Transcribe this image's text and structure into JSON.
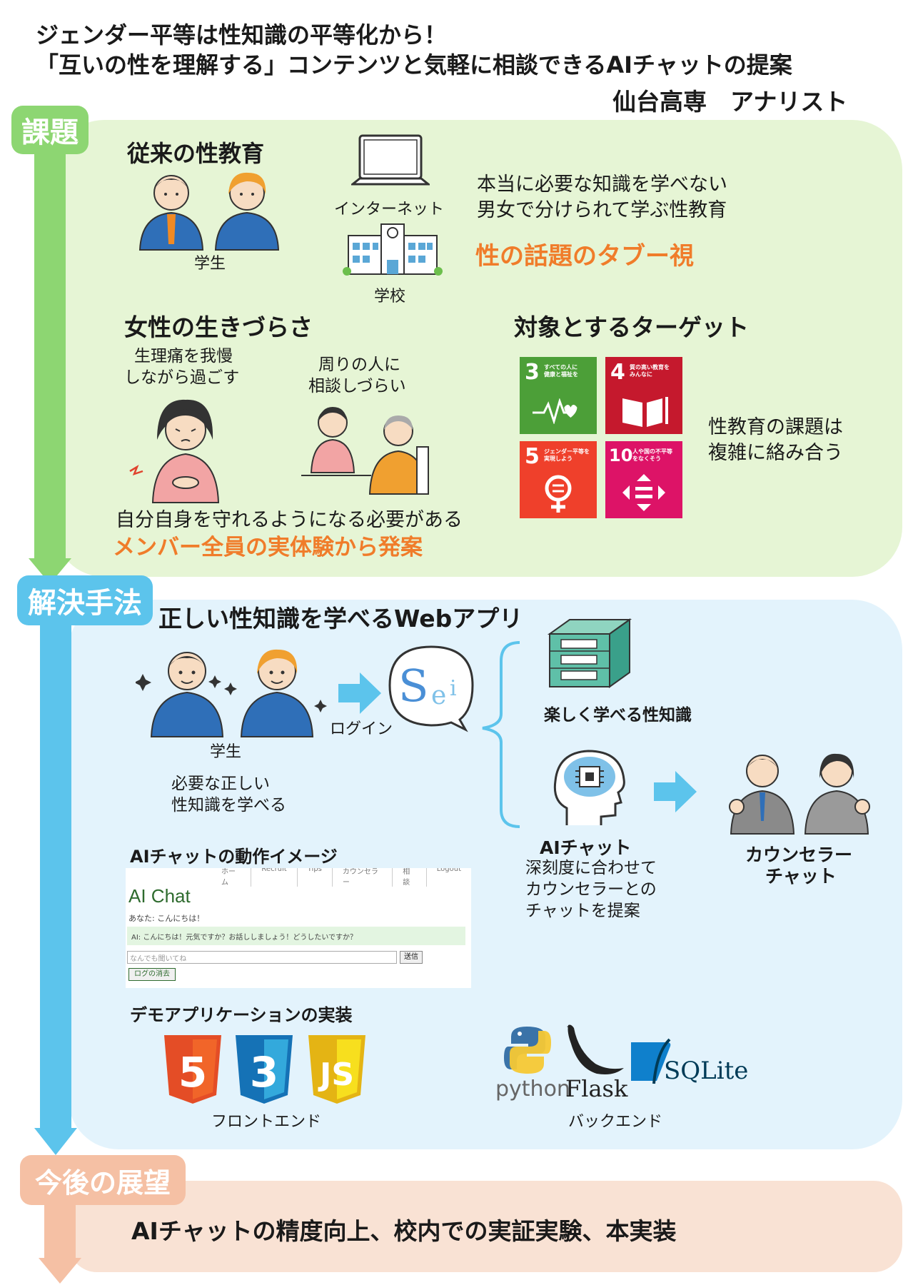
{
  "header": {
    "title_line1": "ジェンダー平等は性知識の平等化から！",
    "title_line2": "「互いの性を理解する」コンテンツと気軽に相談できるAIチャットの提案",
    "author": "仙台高専　アナリスト"
  },
  "problem": {
    "tag": "課題",
    "traditional_title": "従来の性教育",
    "student_label": "学生",
    "internet_label": "インターネット",
    "school_label": "学校",
    "issue_line1": "本当に必要な知識を学べない",
    "issue_line2": "男女で分けられて学ぶ性教育",
    "taboo": "性の話題のタブー視",
    "women_title": "女性の生きづらさ",
    "pain_line1": "生理痛を我慢",
    "pain_line2": "しながら過ごす",
    "consult_line1": "周りの人に",
    "consult_line2": "相談しづらい",
    "target_title": "対象とするターゲット",
    "sdgs": [
      {
        "num": "3",
        "label_line1": "すべての人に",
        "label_line2": "健康と福祉を",
        "color": "#4c9f38"
      },
      {
        "num": "4",
        "label_line1": "質の高い教育を",
        "label_line2": "みんなに",
        "color": "#c5192d"
      },
      {
        "num": "5",
        "label_line1": "ジェンダー平等を",
        "label_line2": "実現しよう",
        "color": "#ef402b"
      },
      {
        "num": "10",
        "label_line1": "人や国の不平等",
        "label_line2": "をなくそう",
        "color": "#dd1367"
      }
    ],
    "complex_line1": "性教育の課題は",
    "complex_line2": "複雑に絡み合う",
    "self_protect": "自分自身を守れるようになる必要がある",
    "origin": "メンバー全員の実体験から発案"
  },
  "solution": {
    "tag": "解決手法",
    "app_title": "正しい性知識を学べるWebアプリ",
    "student_label": "学生",
    "login_label": "ログイン",
    "learn_line1": "必要な正しい",
    "learn_line2": "性知識を学べる",
    "fun_learning": "楽しく学べる性知識",
    "ai_chat_title": "AIチャット",
    "ai_line1": "深刻度に合わせて",
    "ai_line2": "カウンセラーとの",
    "ai_line3": "チャットを提案",
    "counselor_line1": "カウンセラー",
    "counselor_line2": "チャット",
    "demo_title": "AIチャットの動作イメージ",
    "chat": {
      "nav": [
        "ホーム",
        "Recruit",
        "Tips",
        "カウンセラー",
        "相談",
        "Logout"
      ],
      "heading": "AI Chat",
      "user_msg": "あなた: こんにちは！",
      "ai_msg": "AI: こんにちは！元気ですか？お話ししましょう！どうしたいですか？",
      "input_placeholder": "なんでも聞いてね",
      "send_label": "送信",
      "clear_label": "ログの消去"
    },
    "impl_title": "デモアプリケーションの実装",
    "frontend_label": "フロントエンド",
    "backend_label": "バックエンド",
    "tech": {
      "html_glyph": "5",
      "css_glyph": "3",
      "js_glyph": "JS",
      "python": "python",
      "flask": "Flask",
      "sqlite": "SQLite"
    }
  },
  "future": {
    "tag": "今後の展望",
    "text": "AIチャットの精度向上、校内での実証実験、本実装"
  },
  "colors": {
    "green_panel": "#e6f5d5",
    "green_tag": "#8dd672",
    "blue_panel": "#e3f3fc",
    "blue_tag": "#5cc4ec",
    "peach_panel": "#f9e2d4",
    "peach_tag": "#f5c0a4",
    "accent": "#f07c2a"
  }
}
